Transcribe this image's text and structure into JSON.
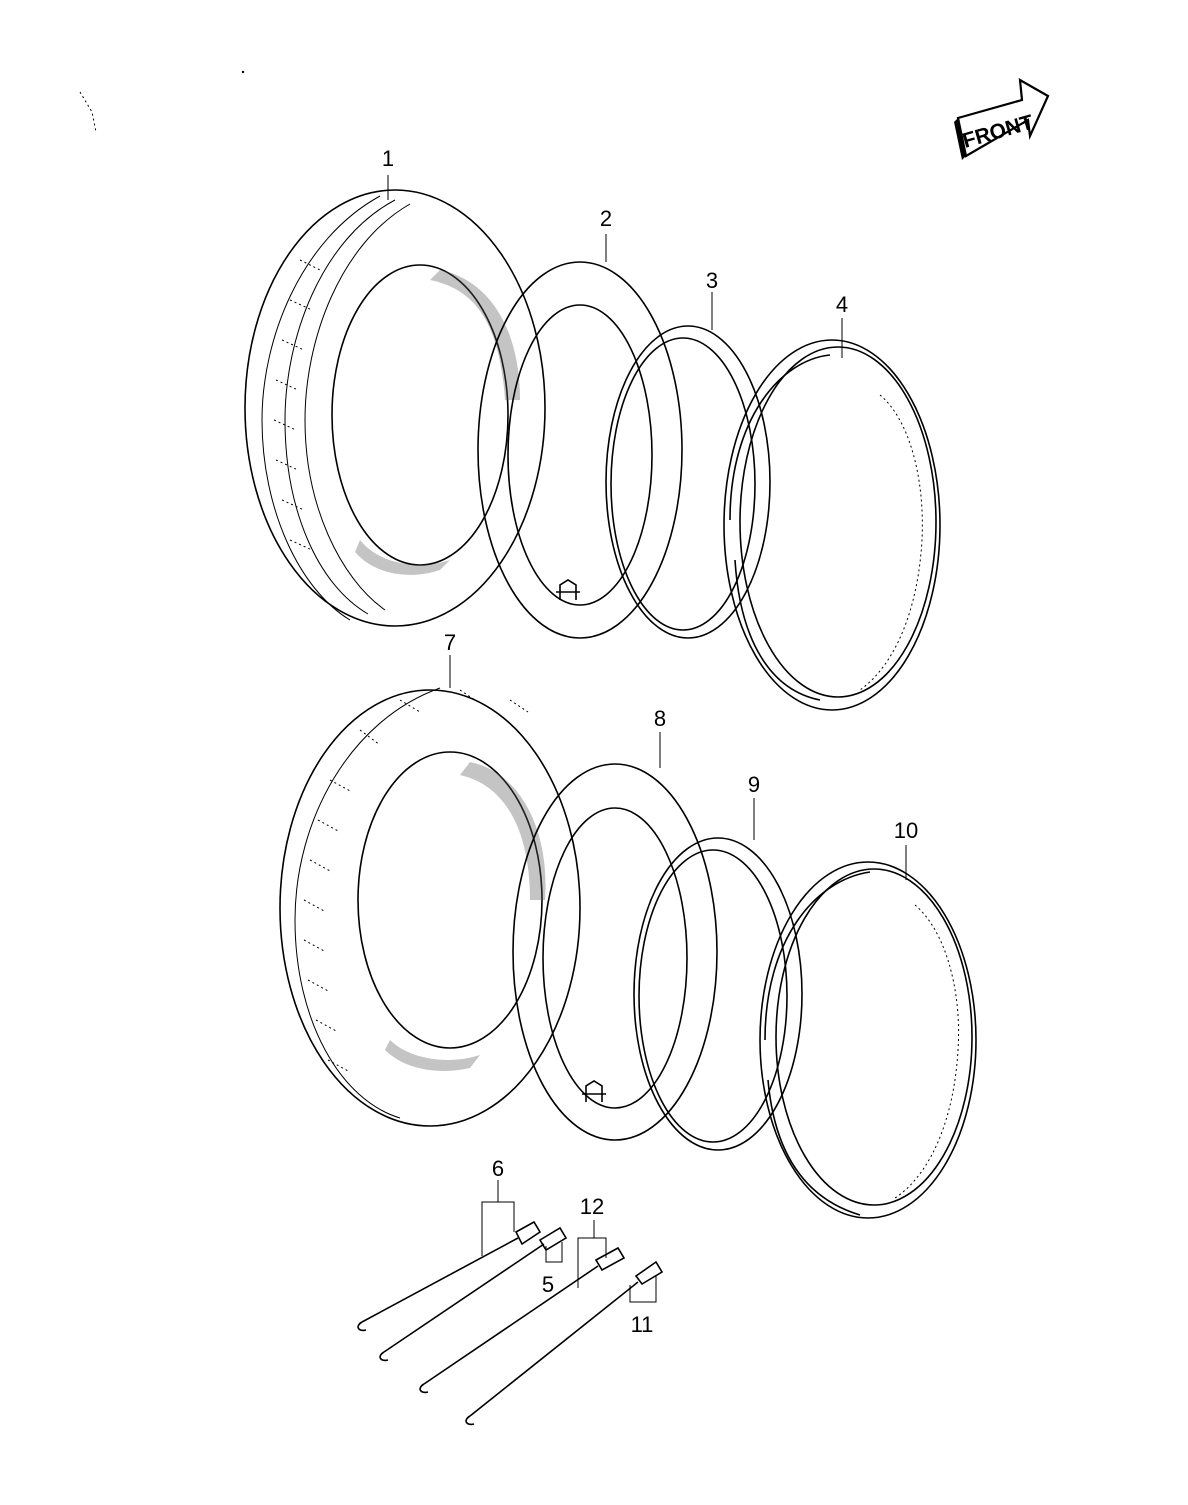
{
  "diagram": {
    "front_label": "FRONT",
    "callouts": {
      "c1": "1",
      "c2": "2",
      "c3": "3",
      "c4": "4",
      "c5": "5",
      "c6": "6",
      "c7": "7",
      "c8": "8",
      "c9": "9",
      "c10": "10",
      "c11": "11",
      "c12": "12"
    }
  }
}
